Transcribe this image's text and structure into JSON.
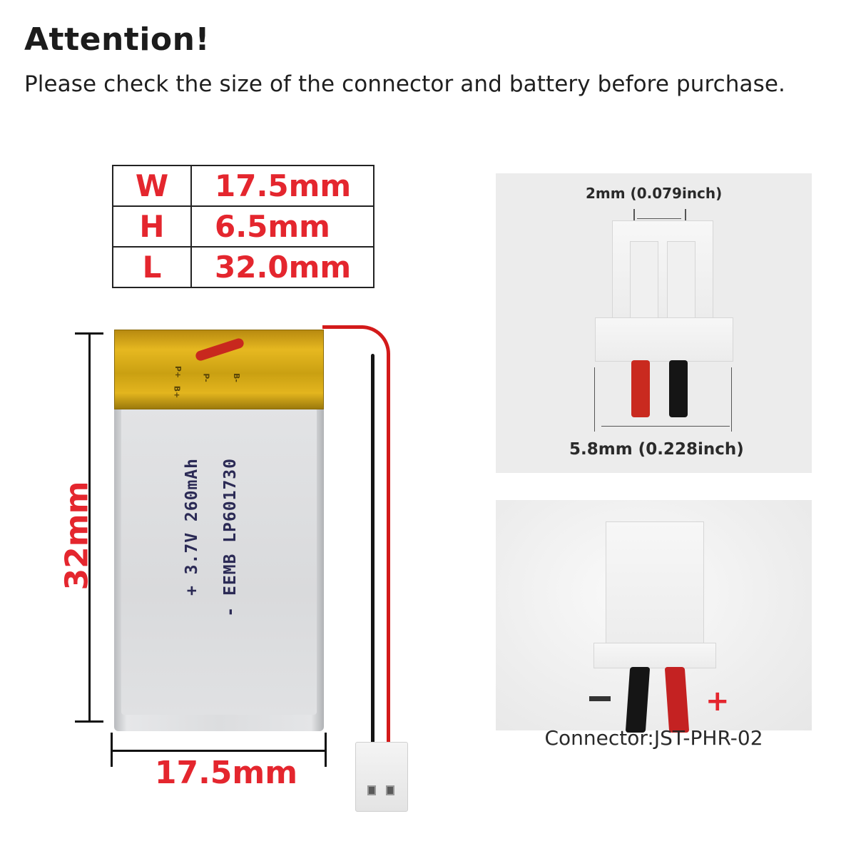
{
  "header": {
    "title": "Attention!",
    "subtitle": "Please check the size of the connector and battery before purchase."
  },
  "spec_table": {
    "rows": [
      {
        "key": "W",
        "value": "17.5mm"
      },
      {
        "key": "H",
        "value": "6.5mm"
      },
      {
        "key": "L",
        "value": "32.0mm"
      }
    ]
  },
  "battery": {
    "height_label": "32mm",
    "width_label": "17.5mm",
    "print_line1": "- EEMB LP601730",
    "print_line2": "+ 3.7V 260mAh",
    "pcb_labels": [
      "B+",
      "P+",
      "P-",
      "B-"
    ]
  },
  "connector_dimensions": {
    "pitch_label": "2mm (0.079inch)",
    "width_label": "5.8mm (0.228inch)"
  },
  "connector_polarity": {
    "minus_symbol": "−",
    "plus_symbol": "+",
    "caption": "Connector:JST-PHR-02"
  },
  "colors": {
    "accent_red": "#e4262e",
    "text_dark": "#1f1f1f",
    "panel_bg": "#ececec",
    "wire_red": "#d31a1a",
    "wire_black": "#151515"
  }
}
